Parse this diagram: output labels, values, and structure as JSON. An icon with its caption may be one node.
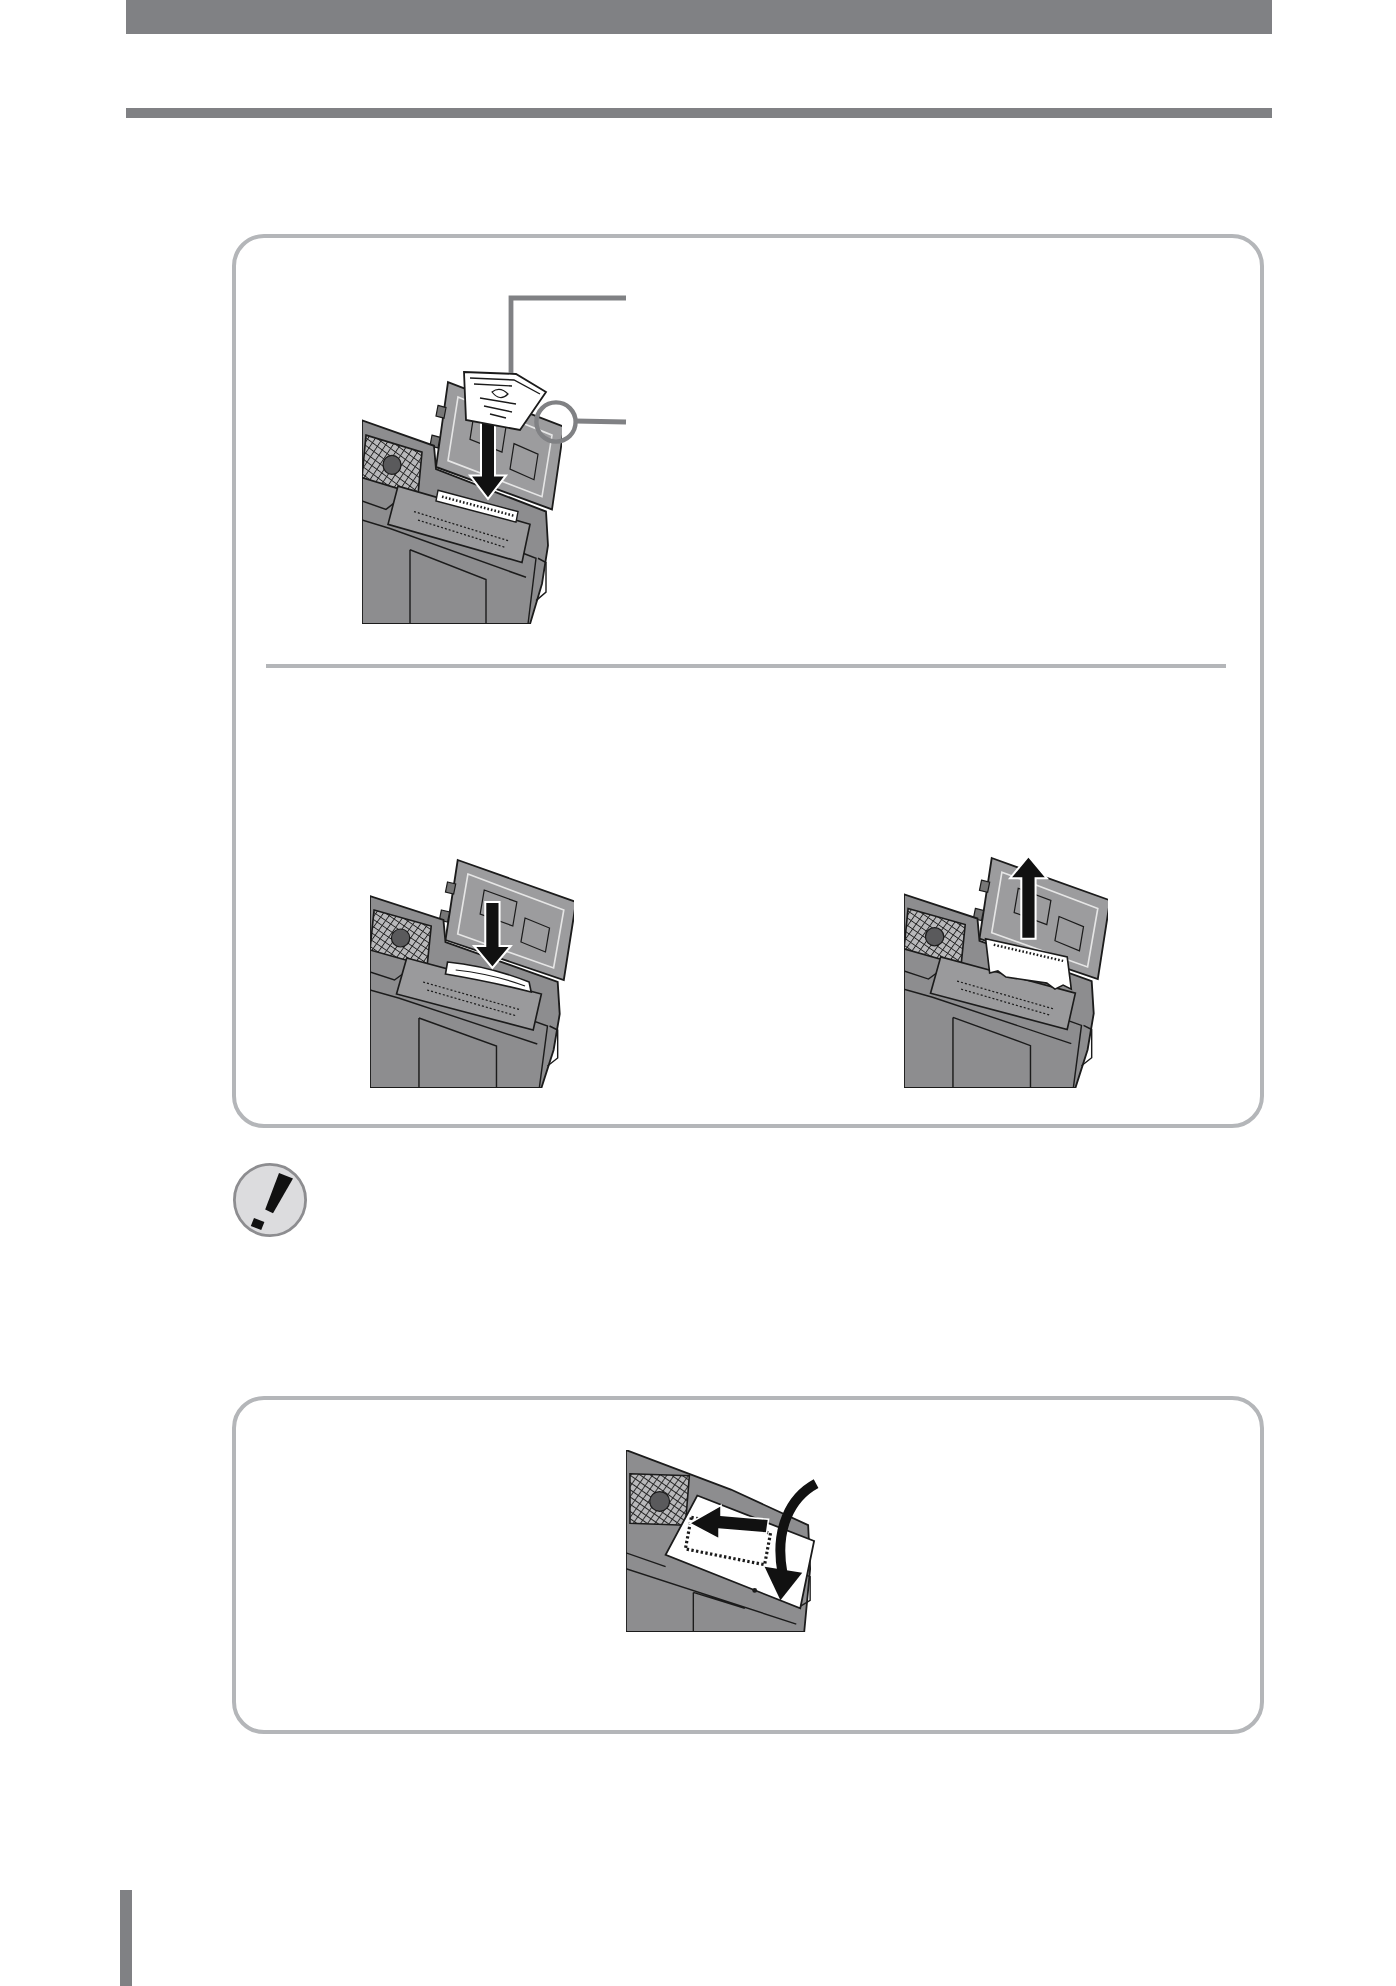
{
  "diagram": {
    "nodes": [
      {
        "text": [],
        "shape": "box"
      },
      {
        "text": [],
        "shape": "picture",
        "in": 0
      },
      {
        "text": [],
        "shape": "circle",
        "in": 0
      },
      {
        "text": [],
        "shape": "box"
      }
    ],
    "edges": [
      {
        "from": null,
        "to": 1,
        "arrow": "none"
      },
      {
        "from": null,
        "to": 2,
        "arrow": "none"
      }
    ]
  }
}
